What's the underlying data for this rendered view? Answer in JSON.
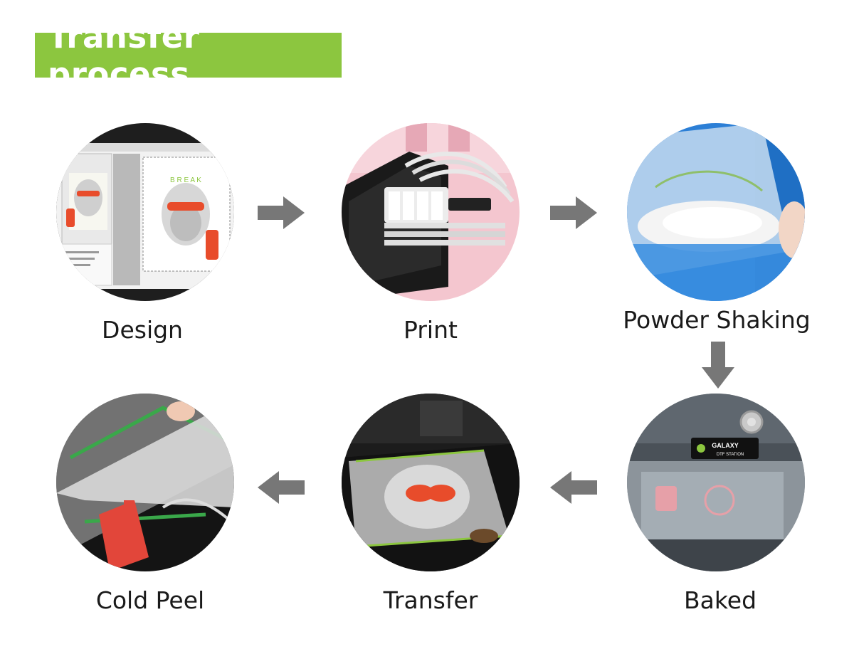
{
  "title": "Transfer process",
  "colors": {
    "title_bg": "#8cc63f",
    "arrow": "#777777",
    "text": "#1a1a1a"
  },
  "steps": [
    {
      "id": "design",
      "label": "Design",
      "photo": "design-software-screenshot-image"
    },
    {
      "id": "print",
      "label": "Print",
      "photo": "printer-ink-tubes-image"
    },
    {
      "id": "powder",
      "label": "Powder Shaking",
      "photo": "powder-on-film-image"
    },
    {
      "id": "baked",
      "label": "Baked",
      "photo": "curing-oven-image",
      "brand": "GALAXY",
      "brand_sub": "DTF STATION"
    },
    {
      "id": "transfer",
      "label": "Transfer",
      "photo": "heat-press-shirt-image"
    },
    {
      "id": "cold-peel",
      "label": "Cold Peel",
      "photo": "peeling-film-image"
    }
  ],
  "arrows": [
    "arrow-right-icon",
    "arrow-right-icon",
    "arrow-down-icon",
    "arrow-left-icon",
    "arrow-left-icon"
  ]
}
